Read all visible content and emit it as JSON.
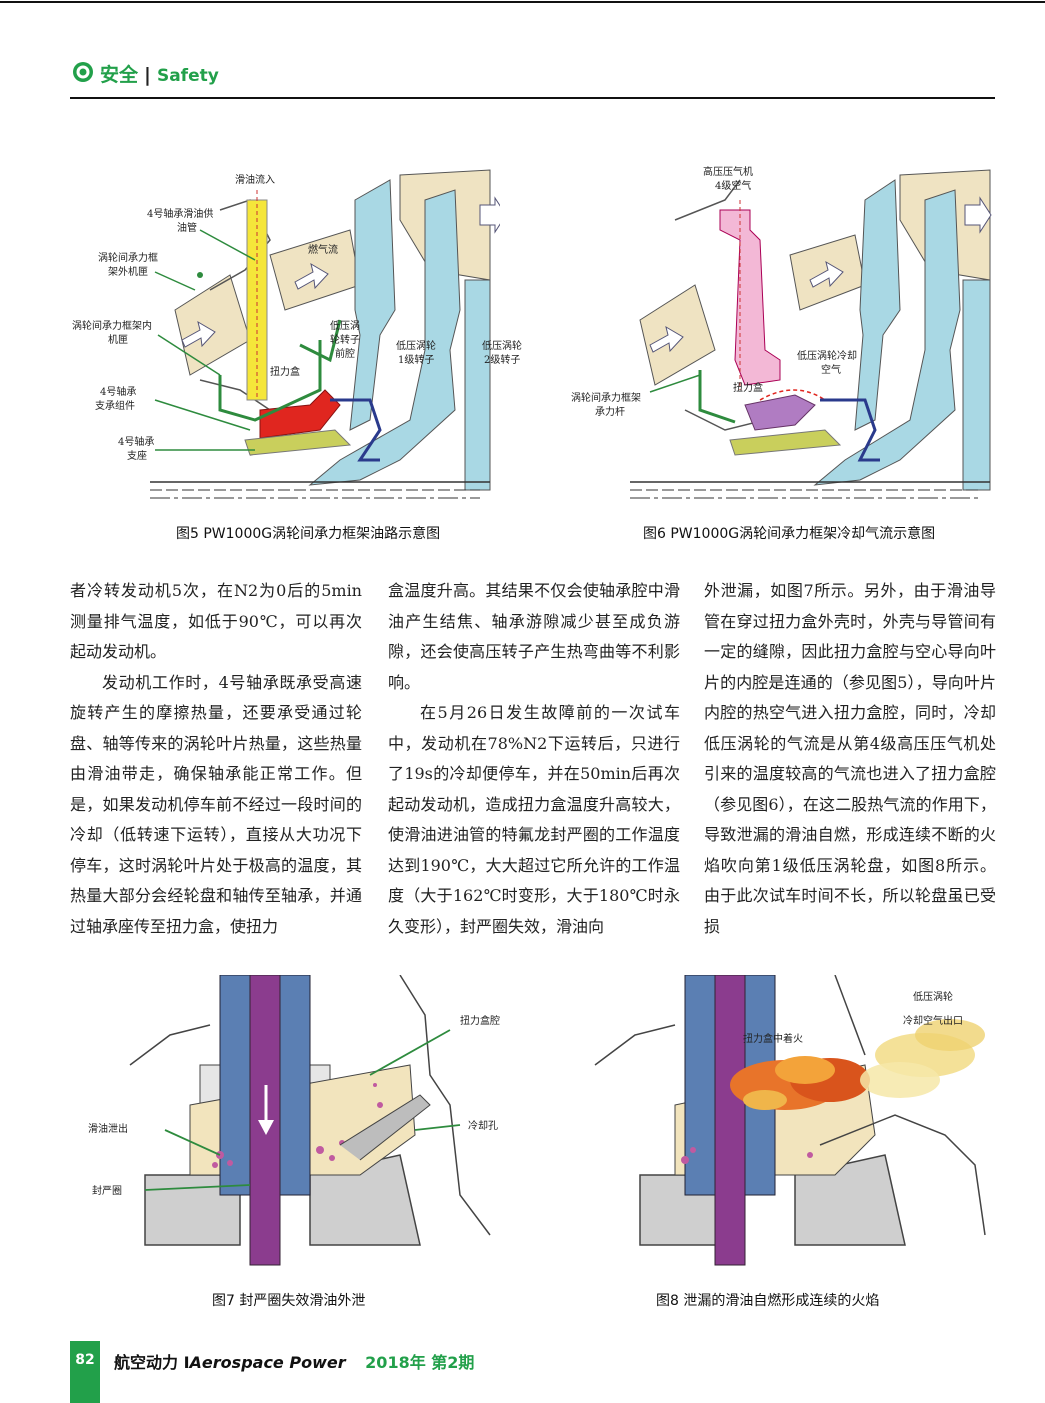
{
  "header": {
    "section_cn": "安全",
    "section_en": "Safety"
  },
  "figure5": {
    "caption": "图5  PW1000G涡轮间承力框架油路示意图",
    "labels": {
      "oil_in": "滑油流入",
      "supply_pipe_l1": "4号轴承滑油供",
      "supply_pipe_l2": "油管",
      "outer_case_l1": "涡轮间承力框",
      "outer_case_l2": "架外机匣",
      "inner_case_l1": "涡轮间承力框架内",
      "inner_case_l2": "机匣",
      "support_l1": "4号轴承",
      "support_l2": "支承组件",
      "seat_l1": "4号轴承",
      "seat_l2": "支座",
      "gas_flow": "燃气流",
      "torque_box": "扭力盒",
      "lpt_front_l1": "低压涡",
      "lpt_front_l2": "轮转子",
      "lpt_front_l3": "前腔",
      "lpt1_l1": "低压涡轮",
      "lpt1_l2": "1级转子",
      "lpt2_l1": "低压涡轮",
      "lpt2_l2": "2级转子"
    }
  },
  "figure6": {
    "caption": "图6  PW1000G涡轮间承力框架冷却气流示意图",
    "labels": {
      "hpc_l1": "高压压气机",
      "hpc_l2": "4级空气",
      "lpt_cool_l1": "低压涡轮冷却",
      "lpt_cool_l2": "空气",
      "torque_box": "扭力盒",
      "strut_l1": "涡轮间承力框架",
      "strut_l2": "承力杆"
    }
  },
  "figure7": {
    "caption": "图7  封严圈失效滑油外泄",
    "labels": {
      "cavity": "扭力盒腔",
      "oil_leak": "滑油泄出",
      "cooling_hole": "冷却孔",
      "seal": "封严圈"
    }
  },
  "figure8": {
    "caption": "图8  泄漏的滑油自燃形成连续的火焰",
    "labels": {
      "fire": "扭力盒中着火",
      "outlet_l1": "低压涡轮",
      "outlet_l2": "冷却空气出口"
    }
  },
  "body": {
    "col1": [
      "者冷转发动机5次，在N2为0后的5min测量排气温度，如低于90℃，可以再次起动发动机。",
      "发动机工作时，4号轴承既承受高速旋转产生的摩擦热量，还要承受通过轮盘、轴等传来的涡轮叶片热量，这些热量由滑油带走，确保轴承能正常工作。但是，如果发动机停车前不经过一段时间的冷却（低转速下运转），直接从大功况下停车，这时涡轮叶片处于极高的温度，其热量大部分会经轮盘和轴传至轴承，并通过轴承座传至扭力盒，使扭力"
    ],
    "col2": [
      "盒温度升高。其结果不仅会使轴承腔中滑油产生结焦、轴承游隙减少甚至成负游隙，还会使高压转子产生热弯曲等不利影响。",
      "在5月26日发生故障前的一次试车中，发动机在78%N2下运转后，只进行了19s的冷却便停车，并在50min后再次起动发动机，造成扭力盒温度升高较大，使滑油进油管的特氟龙封严圈的工作温度达到190℃，大大超过它所允许的工作温度（大于162℃时变形，大于180℃时永久变形），封严圈失效，滑油向"
    ],
    "col3": [
      "外泄漏，如图7所示。另外，由于滑油导管在穿过扭力盒外壳时，外壳与导管间有一定的缝隙，因此扭力盒腔与空心导向叶片的内腔是连通的（参见图5），导向叶片内腔的热空气进入扭力盒腔，同时，冷却低压涡轮的气流是从第4级高压压气机处引来的温度较高的气流也进入了扭力盒腔（参见图6），在这二股热气流的作用下，导致泄漏的滑油自燃，形成连续不断的火焰吹向第1级低压涡轮盘，如图8所示。由于此次试车时间不长，所以轮盘虽已受损"
    ]
  },
  "footer": {
    "page": "82",
    "journal_cn": "航空动力",
    "sep": "I",
    "journal_en": "Aerospace Power",
    "issue": "2018年 第2期"
  },
  "colors": {
    "accent_green": "#22a04a",
    "turbine_blue": "#a9d8e4",
    "gas_beige": "#efe3c2",
    "oil_yellow": "#f5e63a",
    "oil_red": "#e0261f",
    "pipe_purple": "#8b3c8e",
    "pipe_blue": "#5b7fb3"
  }
}
